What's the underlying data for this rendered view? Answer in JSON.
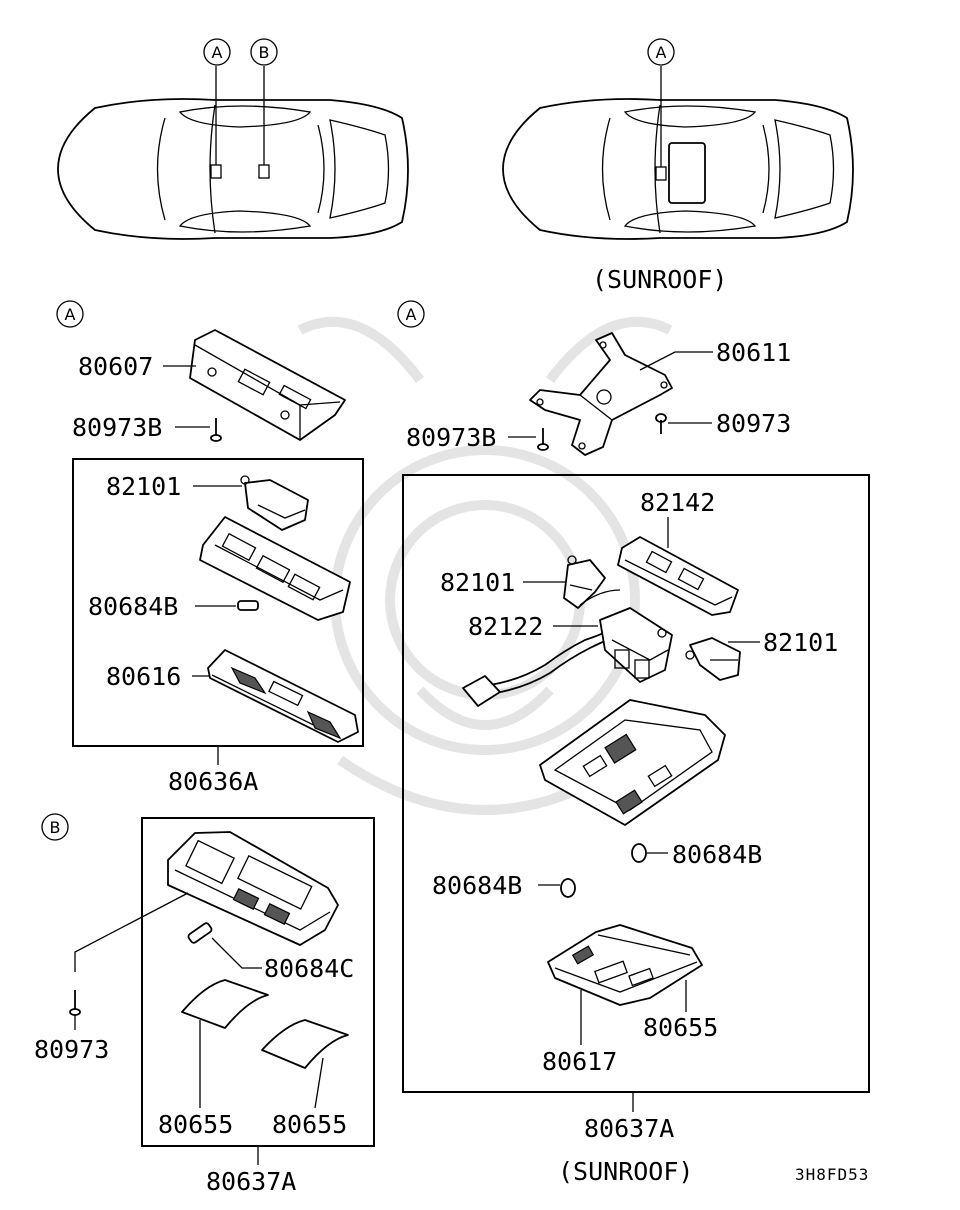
{
  "callouts": {
    "a": "A",
    "b": "B"
  },
  "captions": {
    "sunroof_top": "(SUNROOF)",
    "sunroof_bottom": "(SUNROOF)",
    "code": "3H8FD53"
  },
  "parts": {
    "p80607": "80607",
    "p80973B_left": "80973B",
    "p82101_left": "82101",
    "p80684B_left": "80684B",
    "p80616": "80616",
    "p80636A": "80636A",
    "p80611": "80611",
    "p80973B_right": "80973B",
    "p80973_right": "80973",
    "p82142": "82142",
    "p82101_right_a": "82101",
    "p82122": "82122",
    "p82101_right_b": "82101",
    "p80684B_right_a": "80684B",
    "p80684B_right_b": "80684B",
    "p80655_right": "80655",
    "p80617": "80617",
    "p80637A_right": "80637A",
    "p80973_left": "80973",
    "p80684C": "80684C",
    "p80655_left_a": "80655",
    "p80655_left_b": "80655",
    "p80637A_left": "80637A"
  }
}
